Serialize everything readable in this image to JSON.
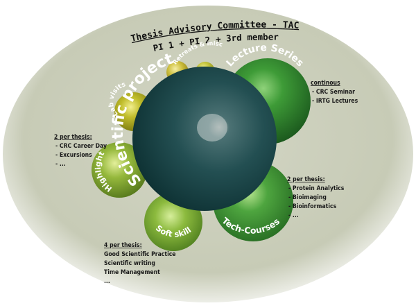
{
  "title": {
    "line1": "Thesis Advisory Committee - TAC",
    "line2": "PI 1 + PI 2 + 3rd member"
  },
  "spheres": {
    "center": "Scientific project",
    "lecture": "Lecture Series",
    "tech": "Tech-Courses",
    "soft": "Soft skills",
    "highlights": "Highlights",
    "lab": "Lab visits",
    "retreats": "Retreats & misc"
  },
  "annotations": {
    "lecture": {
      "heading": "continous",
      "items": [
        "- CRC Seminar",
        "- IRTG Lectures"
      ]
    },
    "tech": {
      "heading": "2 per thesis:",
      "items": [
        "- Protein Analytics",
        "- Bioimaging",
        "- Bioinformatics",
        "- ..."
      ]
    },
    "highlights": {
      "heading": "2 per thesis:",
      "items": [
        "- CRC Career Day",
        "- Excursions",
        "- ..."
      ]
    },
    "soft": {
      "heading": "4 per thesis:",
      "items": [
        "Good Scientific Practice",
        "Scientific writing",
        "Time Management",
        "..."
      ]
    }
  },
  "colors": {
    "background_ellipse": "#c9cdb9",
    "center_sphere": "#1f4f52",
    "lecture_sphere": "#2f8a2f",
    "tech_sphere": "#3c9a36",
    "soft_sphere": "#86b43a",
    "highlights_sphere": "#8fb23a",
    "lab_sphere": "#b8b82a",
    "retreats_sphere": "#c6b93a"
  }
}
